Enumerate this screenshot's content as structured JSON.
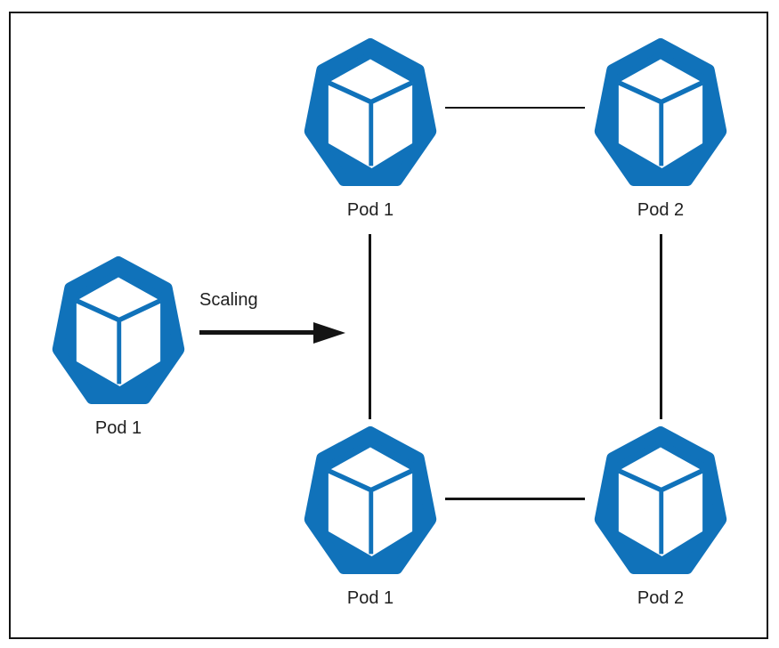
{
  "diagram": {
    "colors": {
      "pod_fill": "#1072BA",
      "connector": "#141414",
      "text": "#1F1F1F",
      "background": "#FFFFFF"
    },
    "icons": {
      "pod": "kubernetes-pod-icon"
    },
    "before": {
      "pods": [
        {
          "label": "Pod 1"
        }
      ]
    },
    "transition": {
      "label": "Scaling"
    },
    "after": {
      "pods": [
        {
          "label": "Pod 1",
          "position": "top-left"
        },
        {
          "label": "Pod 2",
          "position": "top-right"
        },
        {
          "label": "Pod 1",
          "position": "bottom-left"
        },
        {
          "label": "Pod 2",
          "position": "bottom-right"
        }
      ]
    }
  }
}
